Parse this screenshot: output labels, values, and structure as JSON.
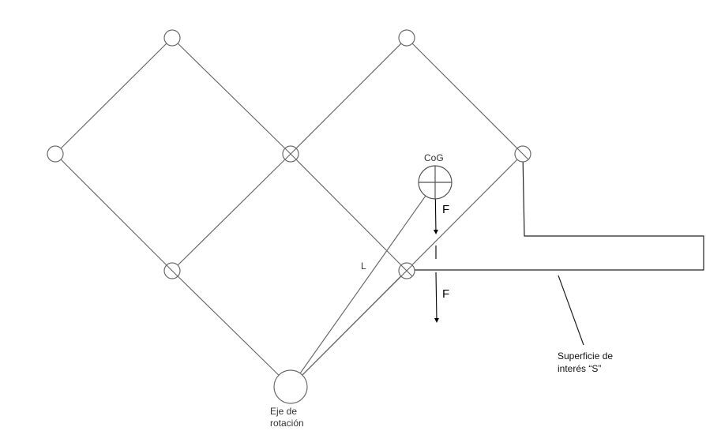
{
  "labels": {
    "cog": "CoG",
    "force_upper": "F",
    "force_lower": "F",
    "length": "L",
    "axis_line1": "Eje de",
    "axis_line2": "rotación",
    "surface_line1": "Superficie de",
    "surface_line2": "interés “S”"
  }
}
